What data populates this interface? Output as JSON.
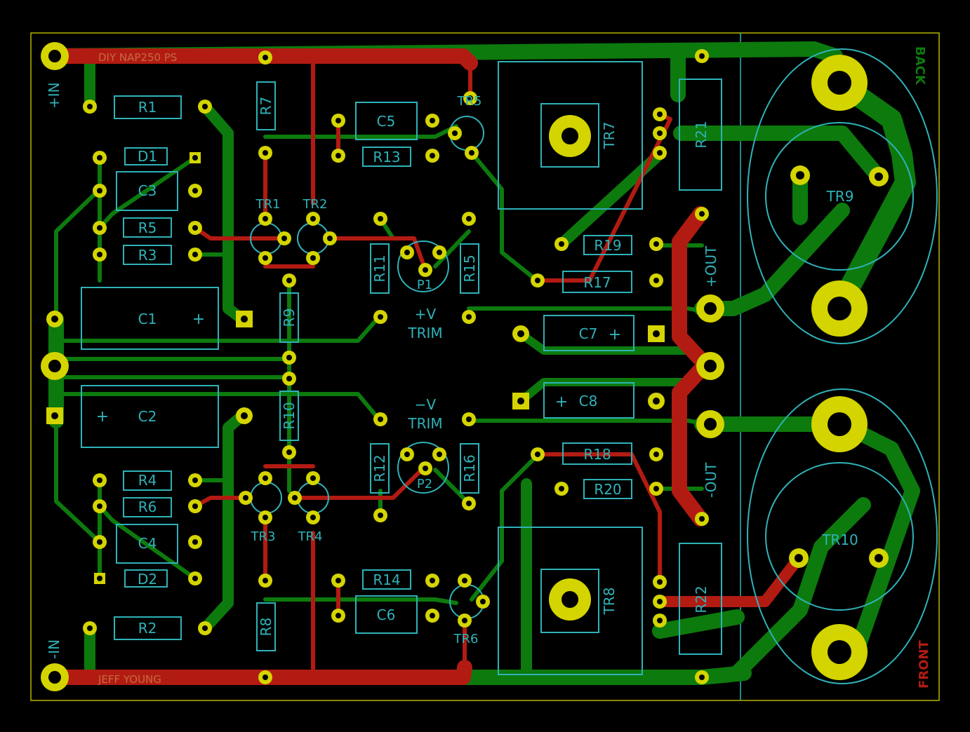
{
  "board": {
    "colors": {
      "background": "#000000",
      "edge": "#b5b500",
      "silkscreen": "#2fb2b8",
      "copper_front": "#b21b12",
      "copper_back": "#0d7a0d",
      "pads": "#d4d400"
    },
    "texts": {
      "title": "DIY NAP250 PS",
      "author": "JEFF YOUNG",
      "back_label": "BACK",
      "front_label": "FRONT",
      "in_pos": "+IN",
      "in_neg": "-IN",
      "out_pos": "+OUT",
      "out_neg": "-OUT",
      "vtrim_pos_1": "+V",
      "vtrim_pos_2": "TRIM",
      "vtrim_neg_1": "−V",
      "vtrim_neg_2": "TRIM"
    },
    "refs": {
      "R1": "R1",
      "R2": "R2",
      "R3": "R3",
      "R4": "R4",
      "R5": "R5",
      "R6": "R6",
      "R7": "R7",
      "R8": "R8",
      "R9": "R9",
      "R10": "R10",
      "R11": "R11",
      "R12": "R12",
      "R13": "R13",
      "R14": "R14",
      "R15": "R15",
      "R16": "R16",
      "R17": "R17",
      "R18": "R18",
      "R19": "R19",
      "R20": "R20",
      "R21": "R21",
      "R22": "R22",
      "C1": "C1",
      "C2": "C2",
      "C3": "C3",
      "C4": "C4",
      "C5": "C5",
      "C6": "C6",
      "C7": "C7",
      "C8": "C8",
      "D1": "D1",
      "D2": "D2",
      "TR1": "TR1",
      "TR2": "TR2",
      "TR3": "TR3",
      "TR4": "TR4",
      "TR5": "TR5",
      "TR6": "TR6",
      "TR7": "TR7",
      "TR8": "TR8",
      "TR9": "TR9",
      "TR10": "TR10",
      "P1": "P1",
      "P2": "P2"
    }
  }
}
